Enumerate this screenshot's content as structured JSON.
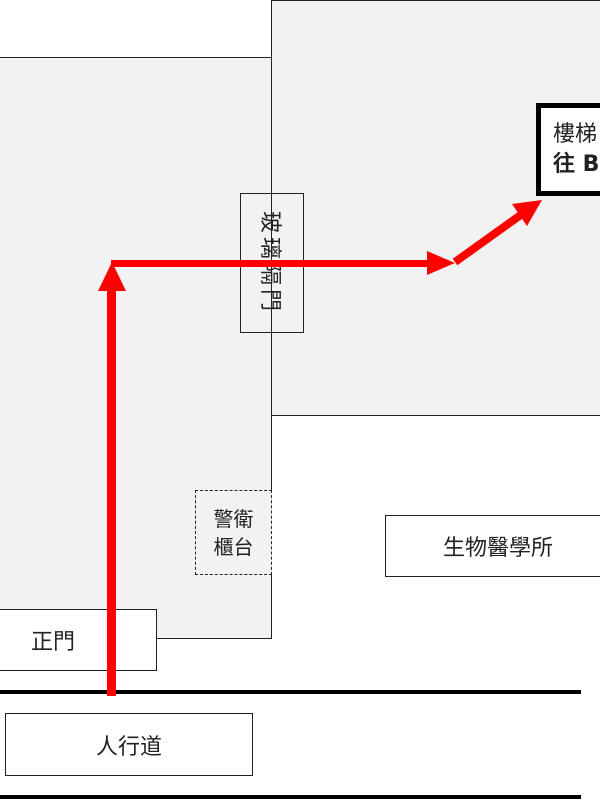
{
  "labels": {
    "stairs_line1": "樓梯",
    "stairs_line2": "往 B",
    "glass_door": "玻璃隔門",
    "guard_line1": "警衛",
    "guard_line2": "櫃台",
    "institute": "生物醫學所",
    "main_gate": "正門",
    "sidewalk": "人行道"
  },
  "colors": {
    "route": "#ff0000",
    "building_fill": "#f2f2f2"
  }
}
